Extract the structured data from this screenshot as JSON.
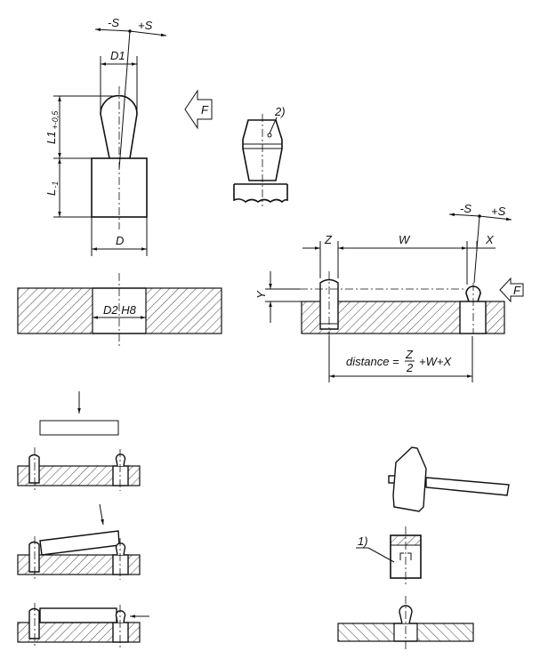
{
  "pin_view": {
    "minus_s": "-S",
    "plus_s": "+S",
    "d1": "D1",
    "l1": "L1",
    "l1_tol": "+-0,5",
    "l": "L",
    "l_tol": "-1",
    "d": "D"
  },
  "force_label": "F",
  "note_2": "2)",
  "bore_view": {
    "d2": "D2 H8"
  },
  "setup_view": {
    "minus_s": "-S",
    "plus_s": "+S",
    "z": "Z",
    "w": "W",
    "x": "X",
    "y": "Y",
    "f": "F",
    "distance": "distance =",
    "frac_num": "Z",
    "frac_den": "2",
    "distance_tail": "+W+X"
  },
  "note_1": "1)",
  "colors": {
    "line": "#111111",
    "background": "#ffffff"
  }
}
